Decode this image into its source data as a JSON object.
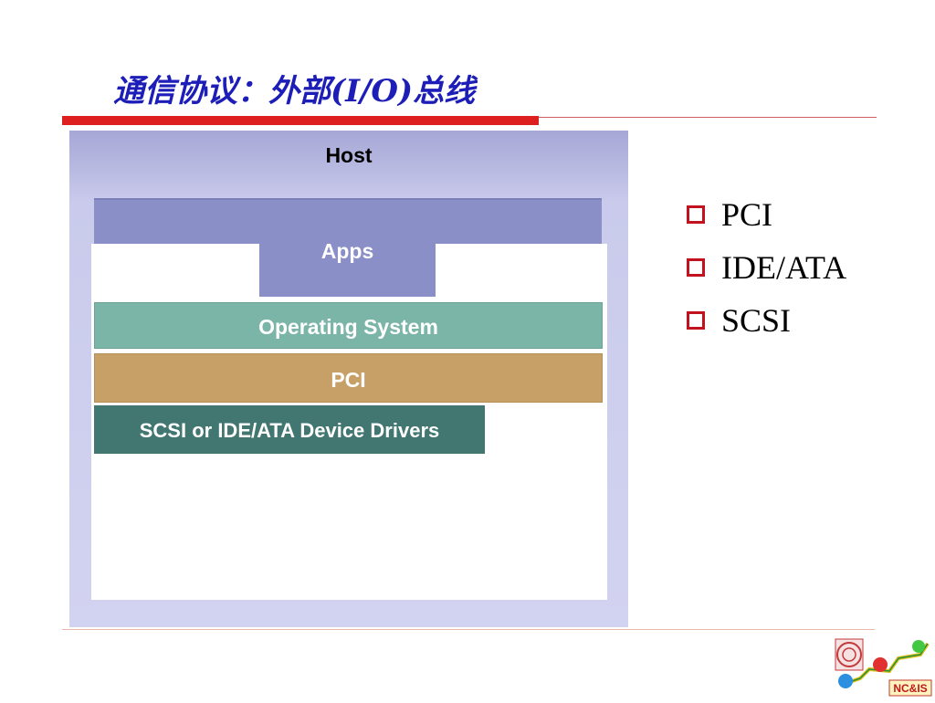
{
  "slide": {
    "title": "通信协议：外部(I/O)总线"
  },
  "diagram": {
    "host_label": "Host",
    "apps_label": "Apps",
    "layers": {
      "os": "Operating System",
      "pci": "PCI",
      "drivers": "SCSI or IDE/ATA Device Drivers"
    }
  },
  "bullets": [
    "PCI",
    "IDE/ATA",
    "SCSI"
  ],
  "logo": {
    "text": "NC&IS"
  },
  "colors": {
    "title": "#1d1db8",
    "rule": "#dd1f1f",
    "bullet": "#c1131f",
    "apps": "#8a8fc8",
    "os": "#7bb5a8",
    "pci": "#c6a066",
    "drivers": "#417671"
  }
}
